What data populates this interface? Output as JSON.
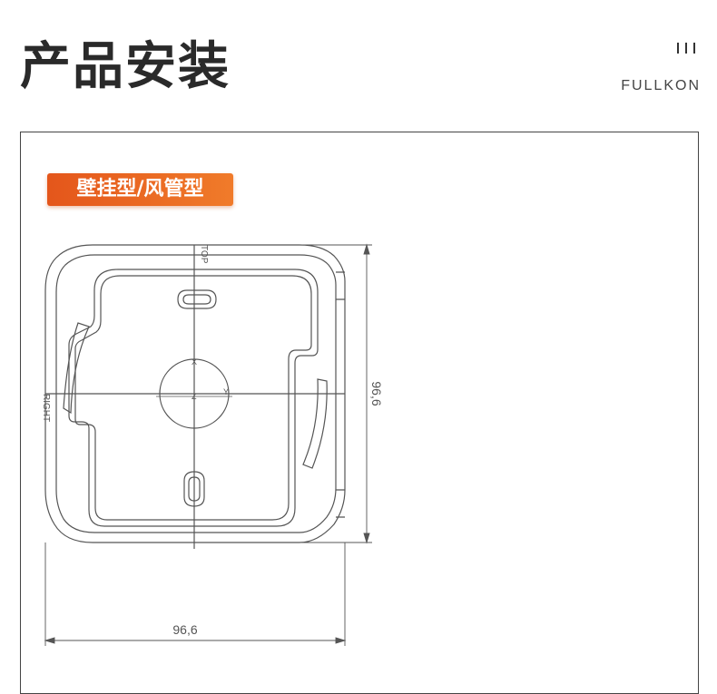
{
  "header": {
    "title": "产品安装",
    "brand": "FULLKON"
  },
  "section": {
    "badge_label": "壁挂型/风管型"
  },
  "drawing": {
    "width_dimension": "96,6",
    "height_dimension": "96,6",
    "label_top": "TOP",
    "label_right": "RIGHT",
    "axis_x": "X",
    "axis_y": "Y",
    "axis_z": "Z"
  },
  "colors": {
    "badge_start": "#e4561b",
    "badge_end": "#f07b2a",
    "line": "#555555"
  }
}
